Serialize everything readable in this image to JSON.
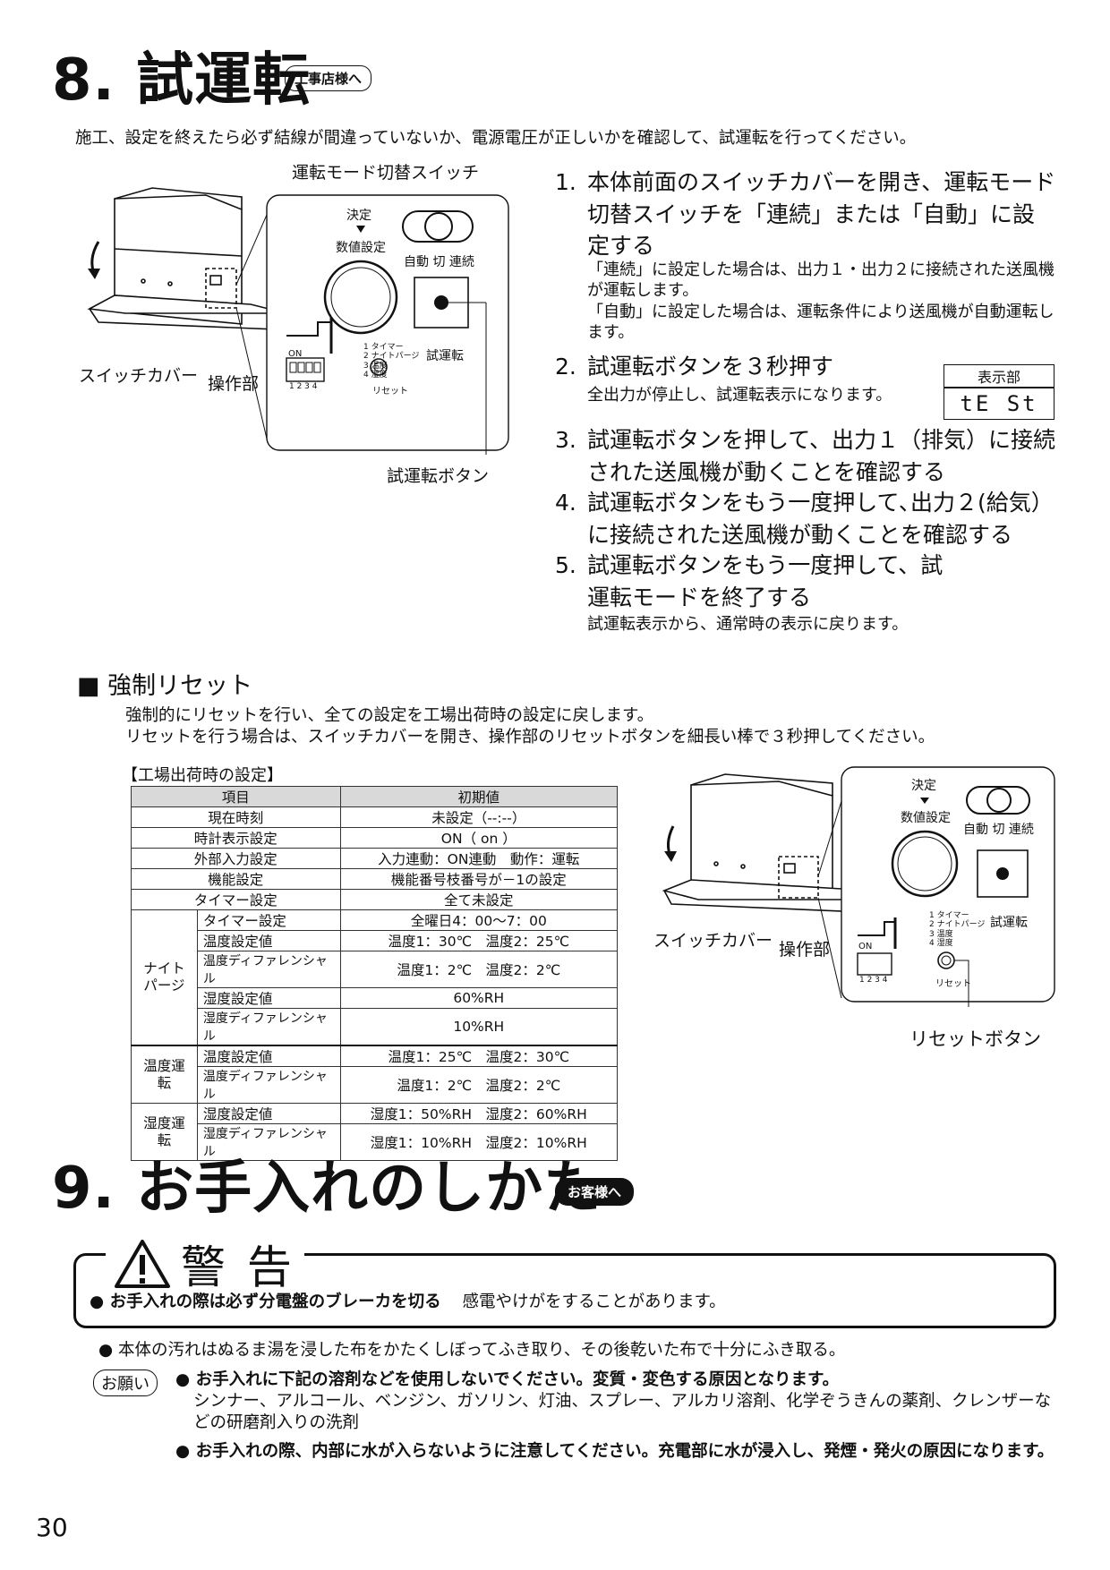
{
  "section8": {
    "title": "8. 試運転",
    "badge": "工事店様へ",
    "intro": "施工、設定を終えたら必ず結線が間違っていないか、電源電圧が正しいかを確認して、試運転を行ってください。",
    "diagram": {
      "label_mode_switch": "運転モード切替スイッチ",
      "label_cover": "スイッチカバー",
      "label_operation": "操作部",
      "label_test_button": "試運転ボタン",
      "panel_kettei": "決定",
      "panel_suchi": "数値設定",
      "panel_mode_positions": "自動 切 連続",
      "panel_test": "試運転",
      "panel_dip_list": [
        "1 タイマー",
        "2 ナイトパージ",
        "3 温度",
        "4 湿度"
      ],
      "panel_on": "ON",
      "panel_dip_numbers": "1 2 3 4",
      "panel_reset": "リセット"
    },
    "steps": [
      {
        "num": "1.",
        "text": "本体前面のスイッチカバーを開き、運転モード切替スイッチを「連続」または「自動」に設定する"
      },
      {
        "num": "2.",
        "text": "試運転ボタンを３秒押す"
      },
      {
        "num": "3.",
        "text": "試運転ボタンを押して、出力１（排気）に接続された送風機が動くことを確認する"
      },
      {
        "num": "4.",
        "text": "試運転ボタンをもう一度押して､出力２(給気）に接続された送風機が動くことを確認する"
      },
      {
        "num": "5.",
        "text": "試運転ボタンをもう一度押して、試運転モードを終了する"
      }
    ],
    "step1_notes": [
      "「連続」に設定した場合は、出力１・出力２に接続された送風機が運転します。",
      "「自動」に設定した場合は、運転条件により送風機が自動運転します。"
    ],
    "step2_note": "全出力が停止し、試運転表示になります。",
    "display_label": "表示部",
    "display_value": "tE St",
    "step5_note": "試運転表示から、通常時の表示に戻ります。"
  },
  "reset": {
    "heading": "■ 強制リセット",
    "line1": "強制的にリセットを行い、全ての設定を工場出荷時の設定に戻します。",
    "line2": "リセットを行う場合は、スイッチカバーを開き、操作部のリセットボタンを細長い棒で３秒押してください。",
    "table_title": "【工場出荷時の設定】",
    "reset_button_label": "リセットボタン",
    "table": {
      "headers": [
        "項目",
        "初期値"
      ],
      "rows_simple": [
        [
          "現在時刻",
          "未設定（--:--）"
        ],
        [
          "時計表示設定",
          "ON（ on ）"
        ],
        [
          "外部入力設定",
          "入力連動：ON連動　動作：運転"
        ],
        [
          "機能設定",
          "機能番号枝番号が－1の設定"
        ],
        [
          "タイマー設定",
          "全て未設定"
        ]
      ],
      "group_night": "ナイトパージ",
      "rows_night": [
        [
          "タイマー設定",
          "全曜日4：00～7：00"
        ],
        [
          "温度設定値",
          "温度1：30℃　温度2：25℃"
        ],
        [
          "温度ディファレンシャル",
          "温度1：2℃　温度2：2℃"
        ],
        [
          "湿度設定値",
          "60%RH"
        ],
        [
          "湿度ディファレンシャル",
          "10%RH"
        ]
      ],
      "group_temp": "温度運転",
      "rows_temp": [
        [
          "温度設定値",
          "温度1：25℃　温度2：30℃"
        ],
        [
          "温度ディファレンシャル",
          "温度1：2℃　温度2：2℃"
        ]
      ],
      "group_hum": "湿度運転",
      "rows_hum": [
        [
          "湿度設定値",
          "湿度1：50%RH　湿度2：60%RH"
        ],
        [
          "湿度ディファレンシャル",
          "湿度1：10%RH　湿度2：10%RH"
        ]
      ]
    }
  },
  "section9": {
    "title": "9. お手入れのしかた",
    "badge": "お客様へ",
    "warning_title": "警 告",
    "warning_bold": "● お手入れの際は必ず分電盤のブレーカを切る",
    "warning_normal": "感電やけがをすることがあります。",
    "bullet1": "● 本体の汚れはぬるま湯を浸した布をかたくしぼってふき取り、その後乾いた布で十分にふき取る。",
    "onegai": "お願い",
    "req1_bold": "● お手入れに下記の溶剤などを使用しないでください。変質・変色する原因となります。",
    "req1_detail": "シンナー、アルコール、ベンジン、ガソリン、灯油、スプレー、アルカリ溶剤、化学ぞうきんの薬剤、クレンザーなどの研磨剤入りの洗剤",
    "req2_bold": "● お手入れの際、内部に水が入らないように注意してください。充電部に水が浸入し、発煙・発火の原因になります。"
  },
  "page_number": "30"
}
